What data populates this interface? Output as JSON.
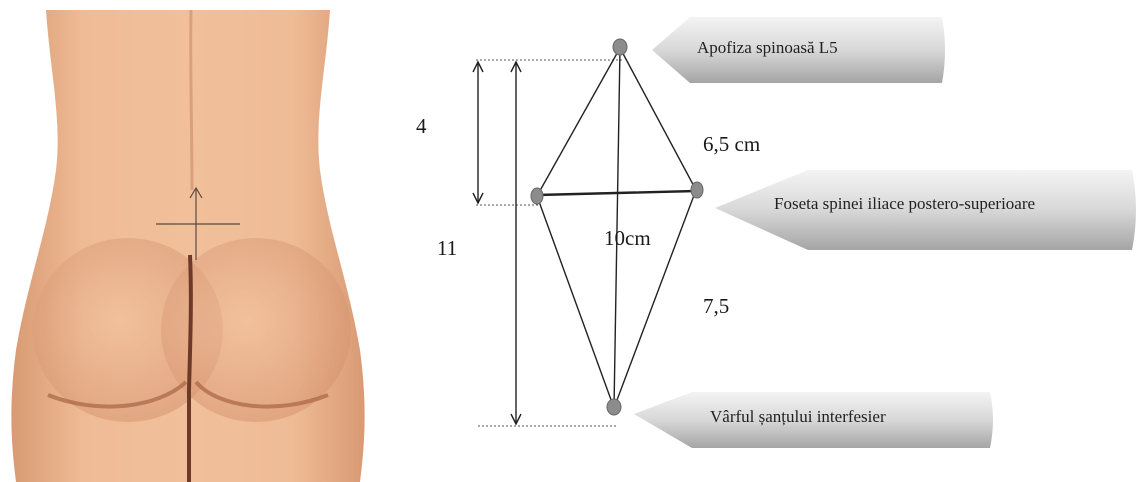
{
  "labels": {
    "measure_4": "4",
    "measure_11": "11",
    "measure_6_5": "6,5 cm",
    "measure_10": "10cm",
    "measure_7_5": "7,5"
  },
  "callouts": {
    "l5": "Apofiza spinoasă L5",
    "iliac": "Foseta spinei iliace postero-superioare",
    "cleft": "Vârful șanțului interfesier"
  },
  "colors": {
    "skin": "#e9b48f",
    "skin_shadow": "#c98a66",
    "point_fill": "#8c8c8c",
    "callout_light": "#f2f2f2",
    "callout_dark": "#a9a9a9"
  }
}
